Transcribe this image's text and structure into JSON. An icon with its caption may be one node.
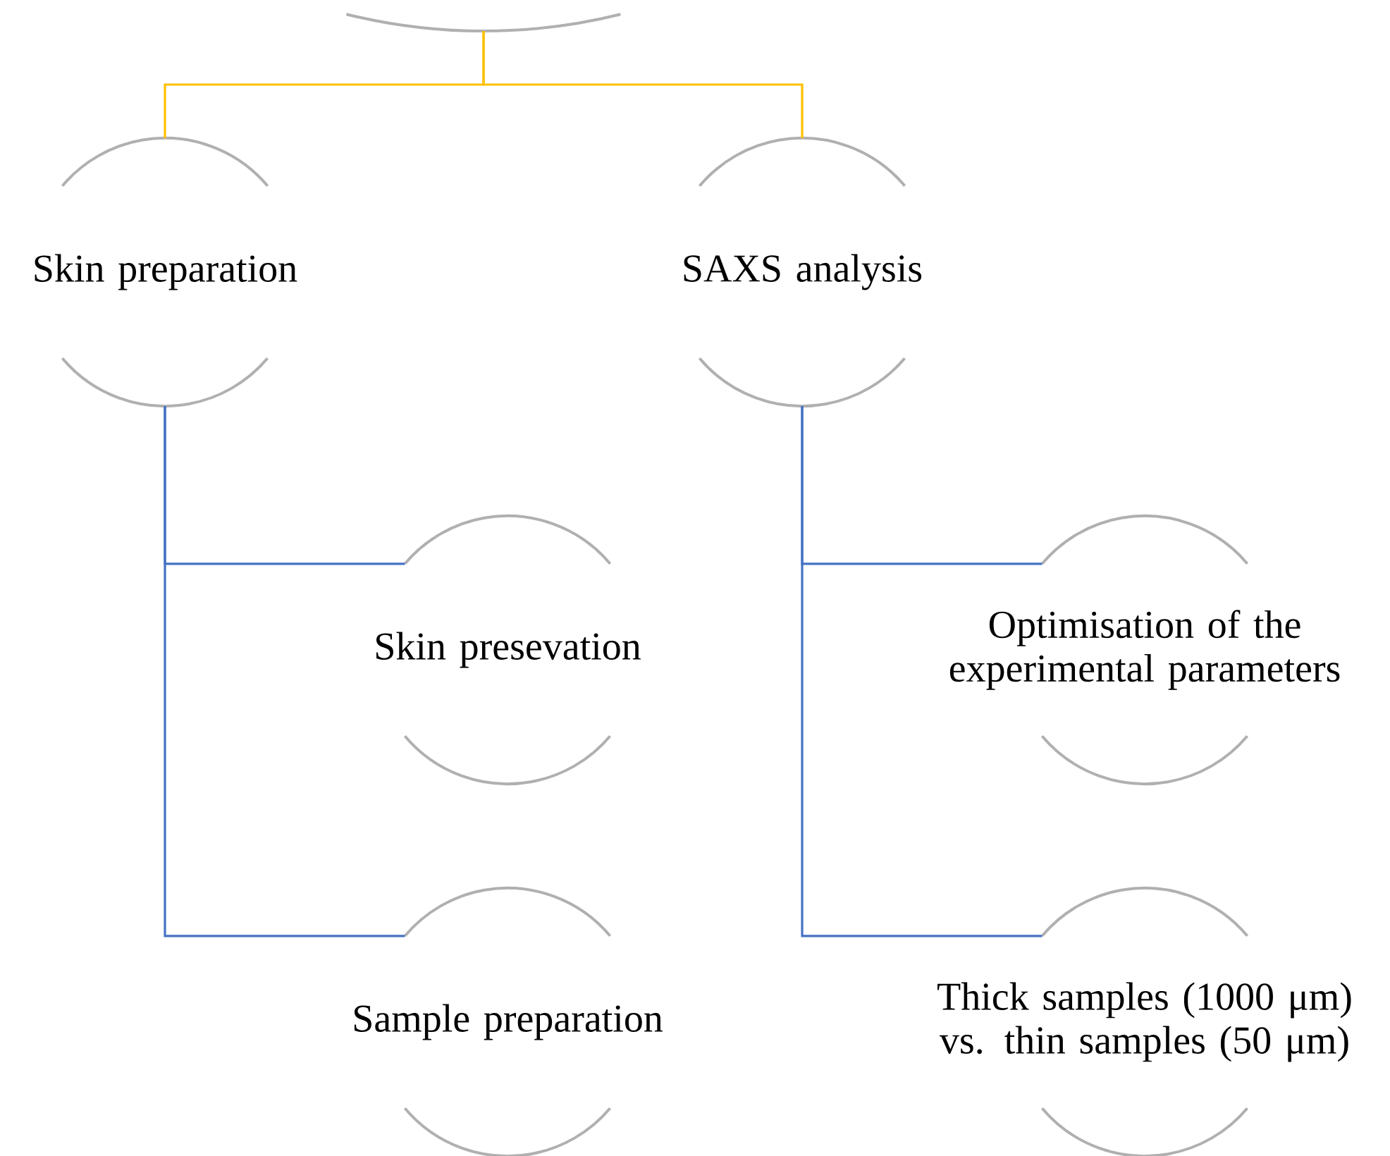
{
  "diagram": {
    "nodes": [
      {
        "text": [],
        "shape": "circle"
      },
      {
        "text": [
          "Skin preparation"
        ]
      },
      {
        "text": [
          "SAXS analysis"
        ]
      },
      {
        "text": [
          "Skin presevation"
        ]
      },
      {
        "text": [
          "Sample preparation"
        ]
      },
      {
        "text": [
          "Optimisation of the experimental parameters"
        ]
      },
      {
        "text": [
          "Thick samples (1000 μm) vs. thin samples (50 μm)"
        ]
      }
    ],
    "edges": [
      {
        "from": 0,
        "to": 1,
        "arrow": "none",
        "color": "#ffc000"
      },
      {
        "from": 0,
        "to": 2,
        "arrow": "none",
        "color": "#ffc000"
      },
      {
        "from": 1,
        "to": 3,
        "arrow": "none"
      },
      {
        "from": 1,
        "to": 4,
        "arrow": "none"
      },
      {
        "from": 2,
        "to": 5,
        "arrow": "none"
      },
      {
        "from": 2,
        "to": 6,
        "arrow": "none"
      }
    ]
  }
}
